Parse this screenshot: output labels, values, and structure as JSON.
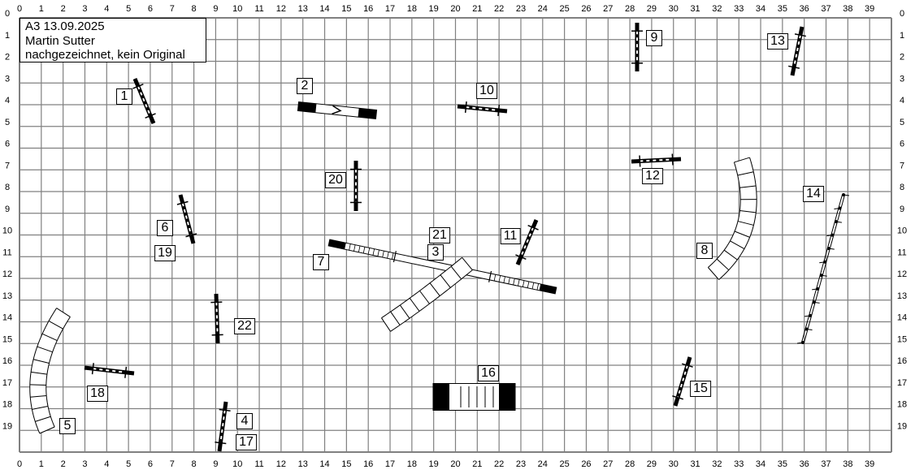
{
  "info_box": {
    "line1": "A3 13.09.2025",
    "line2": "Martin Sutter",
    "line3": "nachgezeichnet, kein Original"
  },
  "axis": {
    "columns": [
      "0",
      "1",
      "2",
      "3",
      "4",
      "5",
      "6",
      "7",
      "8",
      "9",
      "10",
      "11",
      "12",
      "13",
      "14",
      "15",
      "16",
      "17",
      "18",
      "19",
      "20",
      "21",
      "22",
      "23",
      "24",
      "25",
      "26",
      "27",
      "28",
      "29",
      "30",
      "31",
      "32",
      "33",
      "34",
      "35",
      "36",
      "37",
      "38",
      "39"
    ],
    "rows": [
      "0",
      "1",
      "2",
      "3",
      "4",
      "5",
      "6",
      "7",
      "8",
      "9",
      "10",
      "11",
      "12",
      "13",
      "14",
      "15",
      "16",
      "17",
      "18",
      "19"
    ]
  },
  "labels": {
    "l1": "1",
    "l2": "2",
    "l3": "3",
    "l4": "4",
    "l5": "5",
    "l6": "6",
    "l7": "7",
    "l8": "8",
    "l9": "9",
    "l10": "10",
    "l11": "11",
    "l12": "12",
    "l13": "13",
    "l14": "14",
    "l15": "15",
    "l16": "16",
    "l17": "17",
    "l18": "18",
    "l19": "19",
    "l20": "20",
    "l21": "21",
    "l22": "22"
  },
  "colors": {
    "grid": "#808080",
    "ink": "#000000",
    "background": "#ffffff"
  }
}
